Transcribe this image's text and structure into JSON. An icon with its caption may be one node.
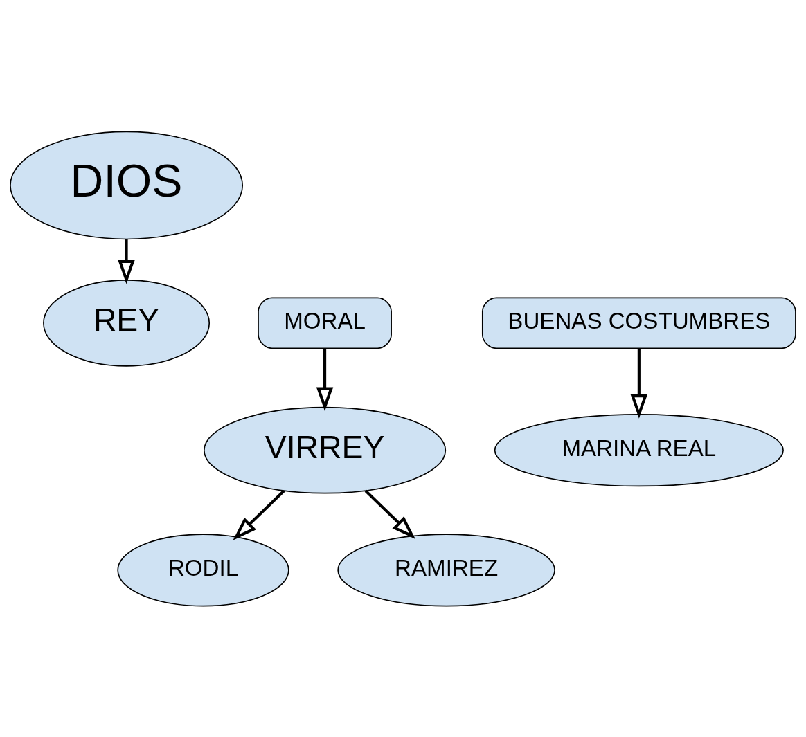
{
  "diagram": {
    "nodes": [
      {
        "text": [
          "DIOS"
        ]
      },
      {
        "text": [
          "MORAL"
        ]
      },
      {
        "text": [
          "BUENAS COSTUMBRES"
        ]
      },
      {
        "text": [
          "REY"
        ]
      },
      {
        "text": [
          "VIRREY"
        ]
      },
      {
        "text": [
          "MARINA REAL"
        ]
      },
      {
        "text": [
          "RODIL"
        ]
      },
      {
        "text": [
          "RAMIREZ"
        ]
      }
    ],
    "edges": [
      {
        "from": 0,
        "to": 3,
        "arrow": "to"
      },
      {
        "from": 1,
        "to": 4,
        "arrow": "to"
      },
      {
        "from": 2,
        "to": 5,
        "arrow": "to"
      },
      {
        "from": 4,
        "to": 6,
        "arrow": "to"
      },
      {
        "from": 4,
        "to": 7,
        "arrow": "to"
      }
    ]
  }
}
